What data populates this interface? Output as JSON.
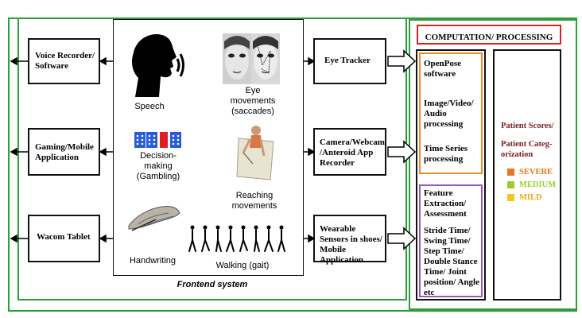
{
  "outputs": {
    "voice": "Voice Recorder/ Software",
    "gaming": "Gaming/Mobile Application",
    "wacom": "Wacom Tablet"
  },
  "frontend": {
    "title": "Frontend system",
    "speech": "Speech",
    "eye_movements": "Eye movements (saccades)",
    "decision": "Decision-making (Gambling)",
    "reaching": "Reaching movements",
    "handwriting": "Handwriting",
    "walking": "Walking (gait)"
  },
  "devices": {
    "eye_tracker": "Eye Tracker",
    "camera": "Camera/Webcam /Anteroid App Recorder",
    "wearable": "Wearable Sensors in shoes/ Mobile Application"
  },
  "computation": {
    "title": "COMPUTATION/ PROCESSING",
    "openpose": "OpenPose software",
    "image_video": "Image/Video/ Audio processing",
    "time_series": "Time Series processing",
    "feature": "Feature Extraction/ Assessment",
    "gait_params": "Stride Time/ Swing Time/ Step Time/ Double Stance Time/ Joint position/ Angle etc"
  },
  "patient": {
    "scores": "Patient Scores/",
    "categorization": "Patient Categ- orization",
    "levels": [
      {
        "label": "SEVERE",
        "color": "#e8761a"
      },
      {
        "label": "MEDIUM",
        "color": "#9ccc2c"
      },
      {
        "label": "MILD",
        "color": "#f5c518"
      }
    ]
  },
  "colors": {
    "outer_frame": "#2e9e3c",
    "title_border": "#d42323",
    "orange_border": "#ee8a2a",
    "purple_border": "#9b59b6",
    "label_dark_red": "#7a1e1e"
  },
  "icons": [
    "speaking-head-icon",
    "face-saccade-icon",
    "gambling-cards-icon",
    "reaching-person-icon",
    "handwriting-hand-icon",
    "walking-gait-icon"
  ]
}
